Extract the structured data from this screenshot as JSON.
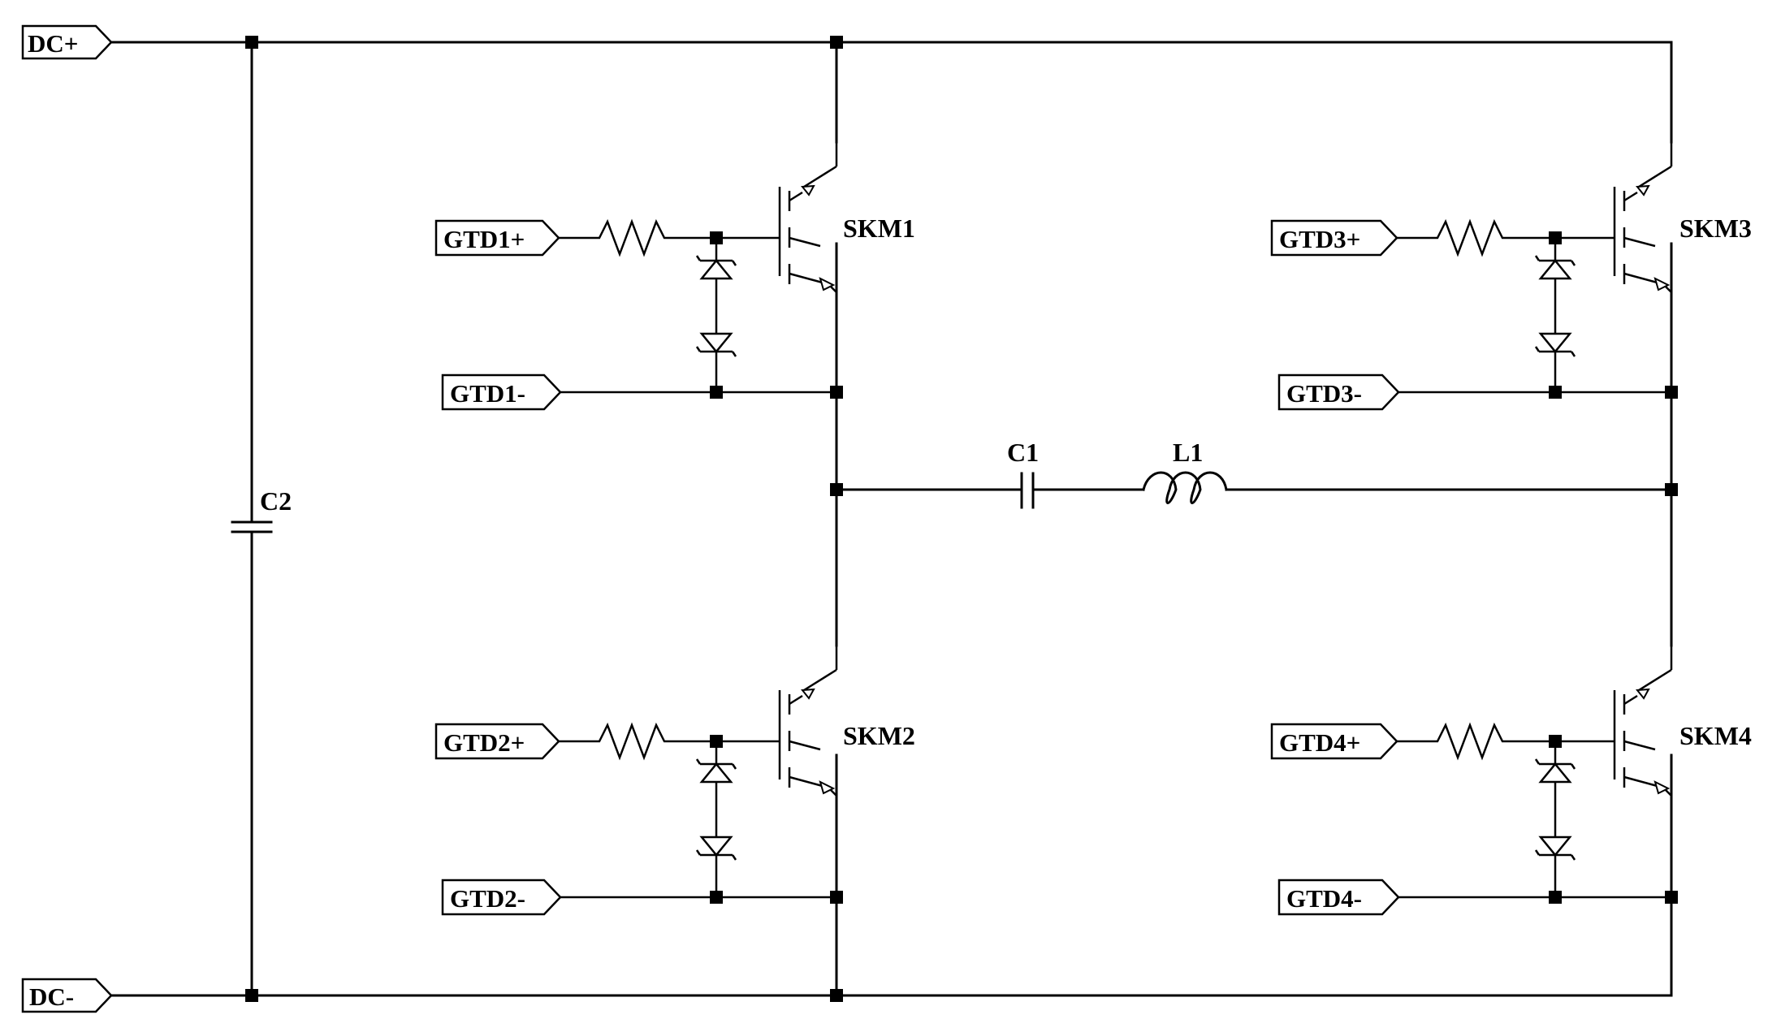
{
  "ports": {
    "dc_plus": "DC+",
    "dc_minus": "DC-",
    "gtd1_plus": "GTD1+",
    "gtd1_minus": "GTD1-",
    "gtd2_plus": "GTD2+",
    "gtd2_minus": "GTD2-",
    "gtd3_plus": "GTD3+",
    "gtd3_minus": "GTD3-",
    "gtd4_plus": "GTD4+",
    "gtd4_minus": "GTD4-"
  },
  "components": {
    "c1": "C1",
    "c2": "C2",
    "l1": "L1",
    "skm1": "SKM1",
    "skm2": "SKM2",
    "skm3": "SKM3",
    "skm4": "SKM4"
  }
}
